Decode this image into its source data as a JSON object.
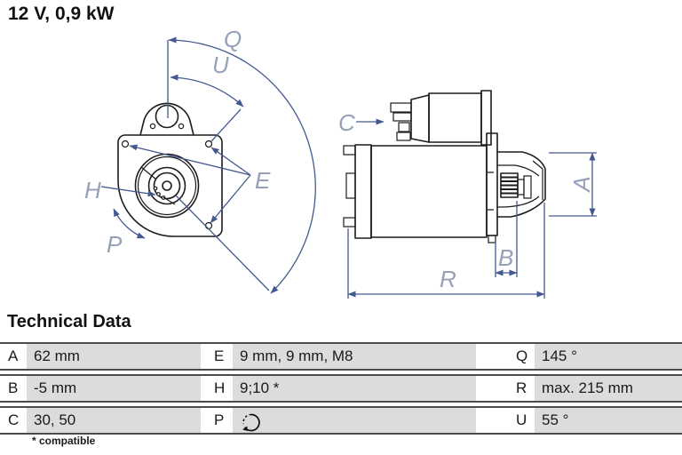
{
  "title": "12 V, 0,9 kW",
  "drawing": {
    "front_labels": {
      "q": "Q",
      "u": "U",
      "e": "E",
      "h": "H",
      "p": "P"
    },
    "side_labels": {
      "c": "C",
      "a": "A",
      "b": "B",
      "r": "R"
    }
  },
  "technical_data": {
    "heading": "Technical Data",
    "rows": [
      {
        "cells": [
          {
            "key": "A",
            "value": "62 mm"
          },
          {
            "key": "E",
            "value": "9 mm, 9 mm, M8"
          },
          {
            "key": "Q",
            "value": "145 °"
          }
        ]
      },
      {
        "cells": [
          {
            "key": "B",
            "value": "-5 mm"
          },
          {
            "key": "H",
            "value": "9;10 *"
          },
          {
            "key": "R",
            "value": "max. 215 mm"
          }
        ]
      },
      {
        "cells": [
          {
            "key": "C",
            "value": "30, 50"
          },
          {
            "key": "P",
            "value": "",
            "icon": "rotation-ccw-icon"
          },
          {
            "key": "U",
            "value": "55 °"
          }
        ]
      }
    ],
    "footnote": "* compatible"
  },
  "colors": {
    "dimension_lines": "#44598f",
    "dimension_labels": "#96a1b8",
    "drawing_lines": "#1c1c1c",
    "table_cell_gray": "#dcdcdc",
    "table_border": "#4c4c4c"
  }
}
